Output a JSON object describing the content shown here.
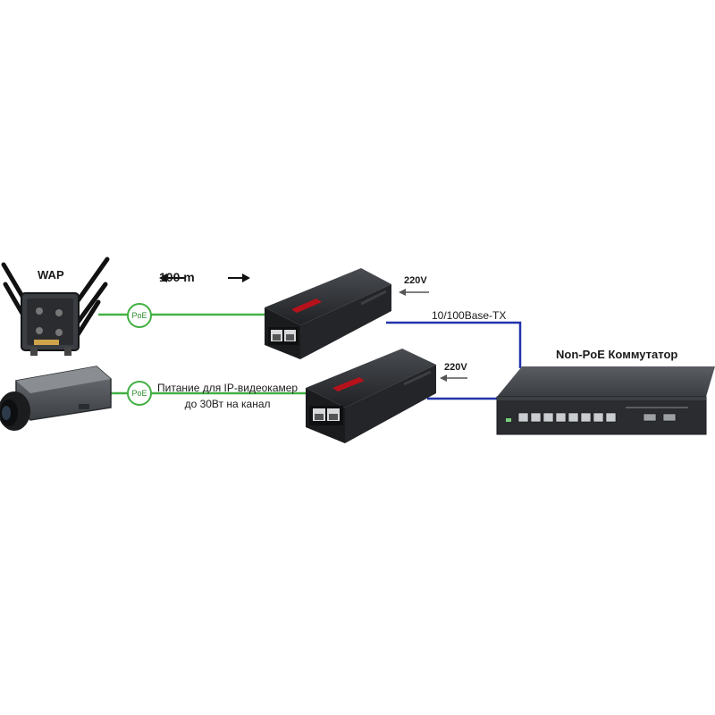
{
  "devices": {
    "wap": {
      "label": "WAP",
      "poe_badge": "PoE"
    },
    "camera": {
      "poe_badge": "PoE"
    },
    "injector_1": {
      "power_label": "220V"
    },
    "injector_2": {
      "power_label": "220V"
    },
    "switch": {
      "label": "Non-PoE Коммутатор",
      "port_count": 8,
      "sfp_count": 2
    }
  },
  "links": {
    "distance_label": "100 m",
    "uplink_label": "10/100Base-TX",
    "power_note_line1": "Питание для IP-видеокамер",
    "power_note_line2": "до 30Вт на канал"
  },
  "colors": {
    "poe_link": "#43b043",
    "data_link": "#2233aa",
    "device_body": "#2c2f33",
    "injector_badge": "#b5121b"
  },
  "icons": [
    "wireless-access-point-icon",
    "ip-camera-icon",
    "poe-injector-icon",
    "network-switch-icon",
    "arrow-left-icon",
    "arrow-right-icon"
  ]
}
